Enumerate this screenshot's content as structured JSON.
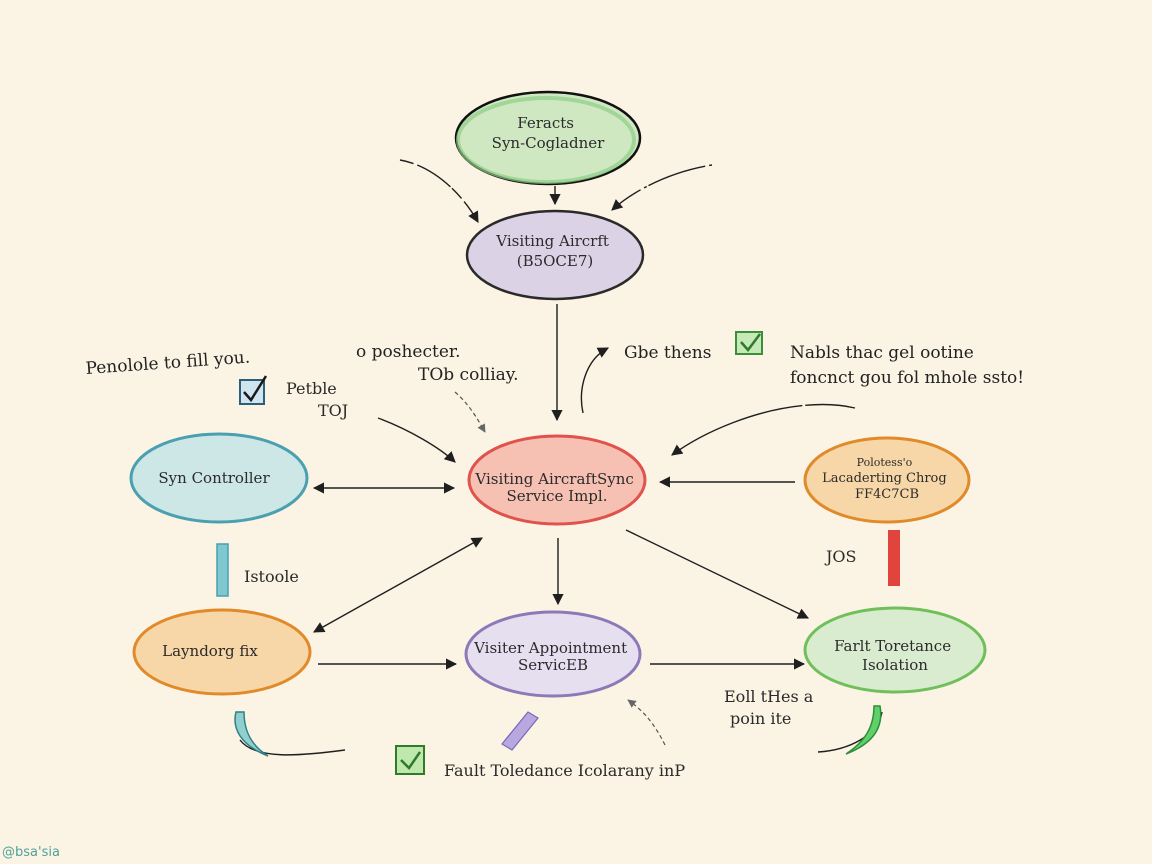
{
  "colors": {
    "green": "#8fcf86",
    "green_fill": "#cfe8c2",
    "purple": "#8e79b8",
    "purple_fill": "#dcd2e6",
    "red": "#e0524c",
    "red_fill": "#f6c1b3",
    "blue": "#4aa0b0",
    "blue_fill": "#cde6e6",
    "orange": "#e08a2a",
    "orange_fill": "#f7d6a8",
    "check_blue": "#4aa0c0",
    "check_green": "#6fbf5a"
  },
  "nodes": {
    "top": [
      "Feracts",
      "Syn-Cogladner"
    ],
    "aircraft": [
      "Visiting Aircrft",
      "(B5OCE7)"
    ],
    "center": [
      "Visiting AircraftSync",
      "Service Impl."
    ],
    "sync": [
      "Syn Controller"
    ],
    "right": [
      "Polotess'o",
      "Lacaderting Chrog",
      "FF4C7CB"
    ],
    "layout": [
      "Layndorg fix"
    ],
    "visitor": [
      "Visiter Appointment",
      "ServicEB"
    ],
    "fault": [
      "Farlt Toretance",
      "Isolation"
    ]
  },
  "notes": {
    "left_note": "Penolole to fill you.",
    "mid_note": [
      "o  poshecter.",
      "TOb colliay."
    ],
    "check_label": [
      "Petble",
      "TOJ"
    ],
    "gbe": "Gbe thens",
    "right_note": [
      "Nabls thac gel ootine",
      "foncnct gou fol mhole ssto!"
    ],
    "istoole": "Istoole",
    "jos": "JOS",
    "ell": [
      "Eoll tHes a",
      "poin ite"
    ],
    "bottom": "Fault Toledance Icolarany inP",
    "signature": "@bsa'sia"
  }
}
